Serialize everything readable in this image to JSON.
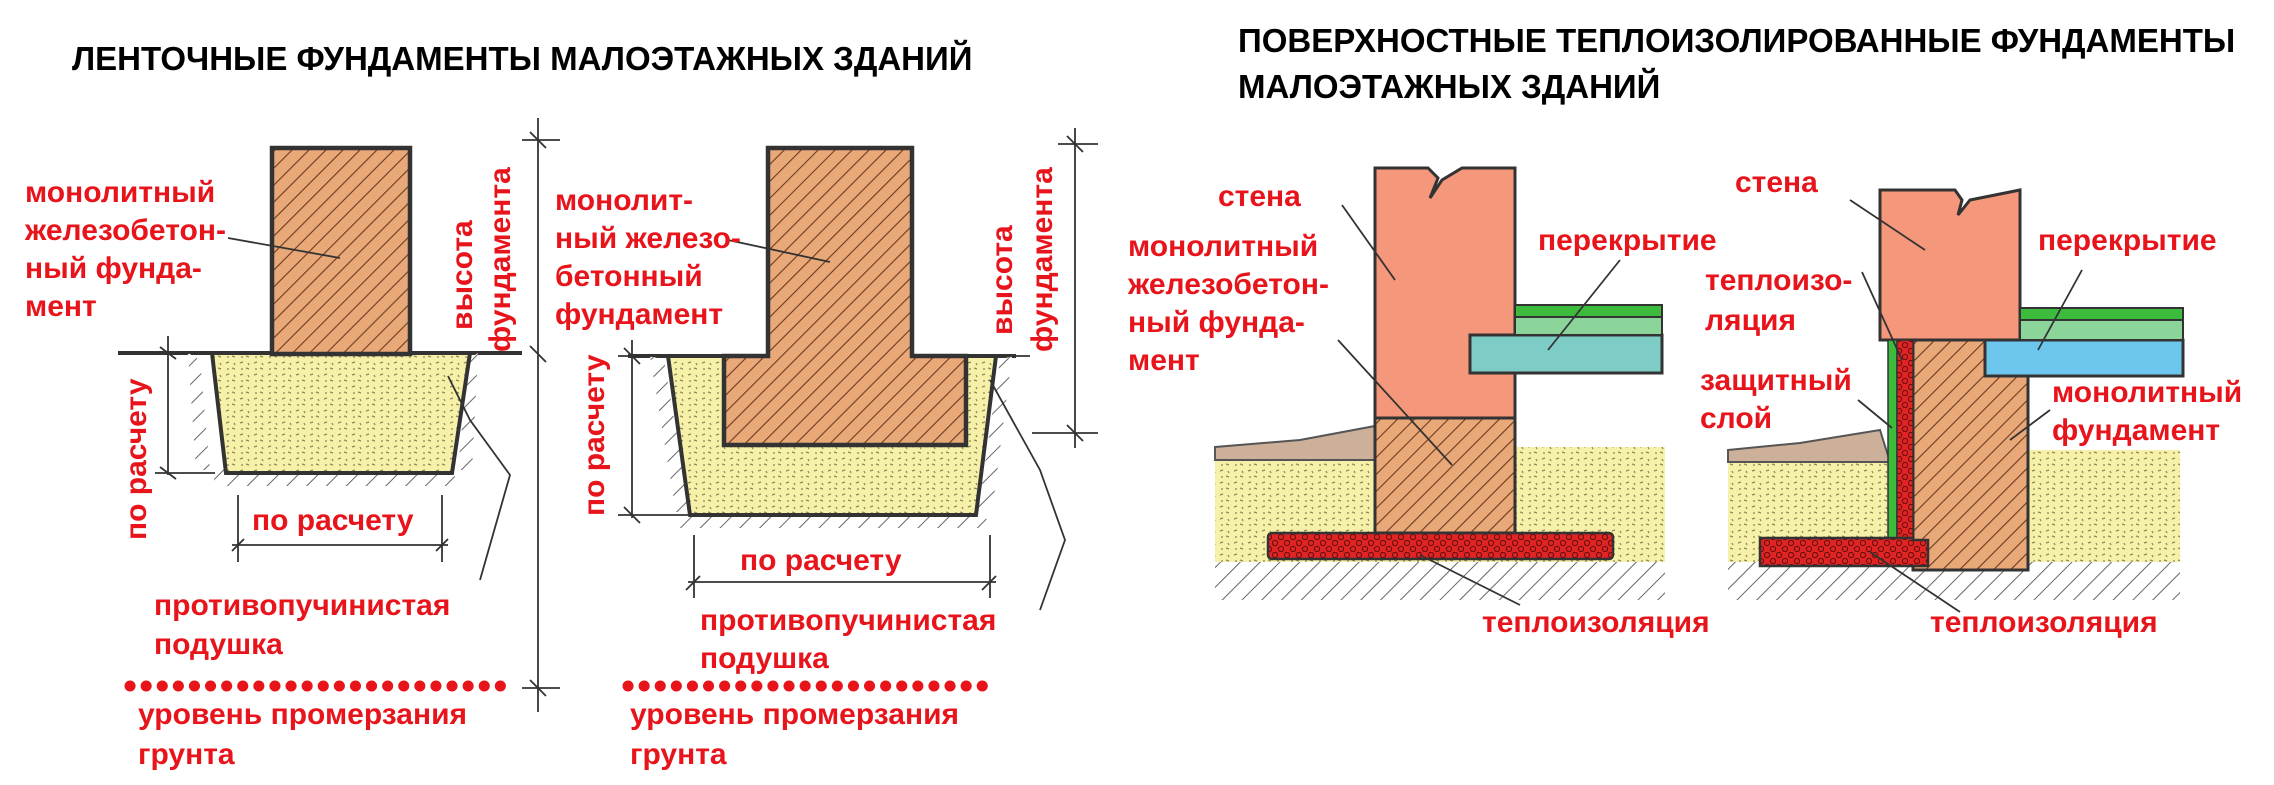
{
  "left_title": "ЛЕНТОЧНЫЕ ФУНДАМЕНТЫ МАЛОЭТАЖНЫХ ЗДАНИЙ",
  "right_title_line1": "ПОВЕРХНОСТНЫЕ ТЕПЛОИЗОЛИРОВАННЫЕ ФУНДАМЕНТЫ",
  "right_title_line2": "МАЛОЭТАЖНЫХ ЗДАНИЙ",
  "strip1": {
    "foundation": [
      "монолитный",
      "железобетон-",
      "ный фунда-",
      "мент"
    ],
    "height": [
      "высота",
      "фундамента"
    ],
    "calc_vertical": "по расчету",
    "calc_horizontal": "по расчету",
    "cushion": [
      "противопучинистая",
      "подушка"
    ],
    "frost": [
      "уровень промерзания",
      "грунта"
    ]
  },
  "strip2": {
    "foundation": [
      "монолит-",
      "ный железо-",
      "бетонный",
      "фундамент"
    ],
    "height": [
      "высота",
      "фундамента"
    ],
    "calc_vertical": "по расчету",
    "calc_horizontal": "по расчету",
    "cushion": [
      "противопучинистая",
      "подушка"
    ],
    "frost": [
      "уровень промерзания",
      "грунта"
    ]
  },
  "shallow1": {
    "wall": "стена",
    "foundation": [
      "монолитный",
      "железобетон-",
      "ный фунда-",
      "мент"
    ],
    "floor": "перекрытие",
    "insulation": "теплоизоляция"
  },
  "shallow2": {
    "wall": "стена",
    "floor": "перекрытие",
    "insulation_side": [
      "теплоизо-",
      "ляция"
    ],
    "protective": [
      "защитный",
      "слой"
    ],
    "foundation": [
      "монолитный",
      "фундамент"
    ],
    "insulation": "теплоизоляция"
  },
  "colors": {
    "concrete": "#e8a878",
    "wall": "#f5977a",
    "cushion": "#f7f0a8",
    "slab": "#7dcdc6",
    "slab_blue": "#6cc6ee",
    "green": "#3dbb3d",
    "insulation": "#e02424",
    "label": "#e8141b"
  }
}
